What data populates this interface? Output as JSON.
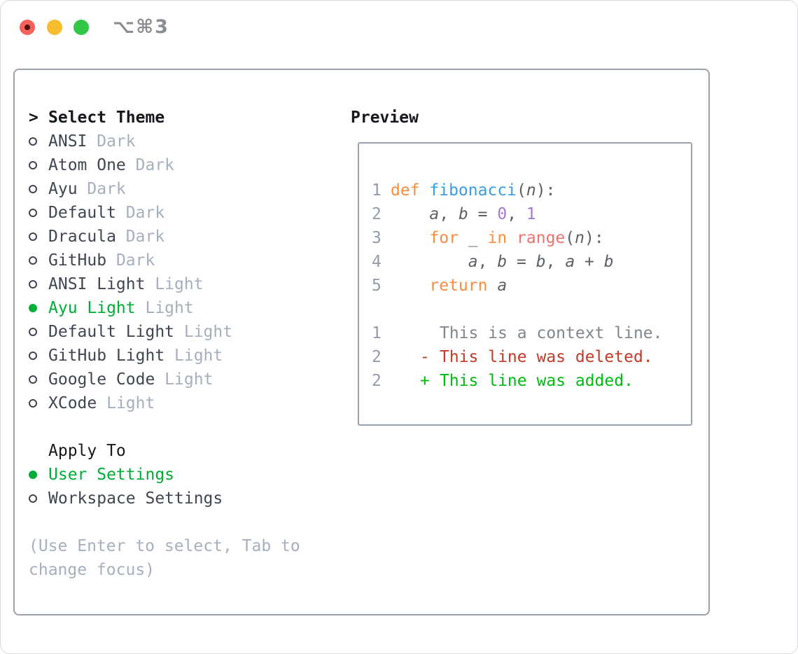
{
  "window": {
    "title": "⌥⌘3",
    "traffic_lights": [
      {
        "name": "close-button"
      },
      {
        "name": "minimize-button"
      },
      {
        "name": "zoom-button"
      }
    ]
  },
  "theme_picker": {
    "header_prefix": ">",
    "header": "Select Theme",
    "items": [
      {
        "name": "ANSI",
        "variant": "Dark",
        "selected": false
      },
      {
        "name": "Atom One",
        "variant": "Dark",
        "selected": false
      },
      {
        "name": "Ayu",
        "variant": "Dark",
        "selected": false
      },
      {
        "name": "Default",
        "variant": "Dark",
        "selected": false
      },
      {
        "name": "Dracula",
        "variant": "Dark",
        "selected": false
      },
      {
        "name": "GitHub",
        "variant": "Dark",
        "selected": false
      },
      {
        "name": "ANSI Light",
        "variant": "Light",
        "selected": false
      },
      {
        "name": "Ayu Light",
        "variant": "Light",
        "selected": true
      },
      {
        "name": "Default Light",
        "variant": "Light",
        "selected": false
      },
      {
        "name": "GitHub Light",
        "variant": "Light",
        "selected": false
      },
      {
        "name": "Google Code",
        "variant": "Light",
        "selected": false
      },
      {
        "name": "XCode",
        "variant": "Light",
        "selected": false
      }
    ]
  },
  "apply_to": {
    "header": "Apply To",
    "options": [
      {
        "label": "User Settings",
        "selected": true
      },
      {
        "label": "Workspace Settings",
        "selected": false
      }
    ]
  },
  "help": {
    "line1": "(Use Enter to select, Tab to",
    "line2": "change focus)"
  },
  "preview": {
    "header": "Preview",
    "code_lines": [
      {
        "num": "1",
        "tokens": [
          {
            "t": "def ",
            "c": "kw"
          },
          {
            "t": "fibonacci",
            "c": "fn"
          },
          {
            "t": "(",
            "c": "pun"
          },
          {
            "t": "n",
            "c": "var"
          },
          {
            "t": "):",
            "c": "pun"
          }
        ]
      },
      {
        "num": "2",
        "tokens": [
          {
            "t": "    ",
            "c": "pun"
          },
          {
            "t": "a",
            "c": "var"
          },
          {
            "t": ", ",
            "c": "pun"
          },
          {
            "t": "b",
            "c": "var"
          },
          {
            "t": " = ",
            "c": "pun"
          },
          {
            "t": "0",
            "c": "num"
          },
          {
            "t": ", ",
            "c": "pun"
          },
          {
            "t": "1",
            "c": "num"
          }
        ]
      },
      {
        "num": "3",
        "tokens": [
          {
            "t": "    ",
            "c": "pun"
          },
          {
            "t": "for",
            "c": "kw"
          },
          {
            "t": " _ ",
            "c": "pun"
          },
          {
            "t": "in",
            "c": "kw"
          },
          {
            "t": " ",
            "c": "pun"
          },
          {
            "t": "range",
            "c": "call"
          },
          {
            "t": "(",
            "c": "pun"
          },
          {
            "t": "n",
            "c": "var"
          },
          {
            "t": "):",
            "c": "pun"
          }
        ]
      },
      {
        "num": "4",
        "tokens": [
          {
            "t": "        ",
            "c": "pun"
          },
          {
            "t": "a",
            "c": "var"
          },
          {
            "t": ", ",
            "c": "pun"
          },
          {
            "t": "b",
            "c": "var"
          },
          {
            "t": " = ",
            "c": "pun"
          },
          {
            "t": "b",
            "c": "var"
          },
          {
            "t": ", ",
            "c": "pun"
          },
          {
            "t": "a",
            "c": "var"
          },
          {
            "t": " + ",
            "c": "pun"
          },
          {
            "t": "b",
            "c": "var"
          }
        ]
      },
      {
        "num": "5",
        "tokens": [
          {
            "t": "    ",
            "c": "pun"
          },
          {
            "t": "return",
            "c": "kw"
          },
          {
            "t": " ",
            "c": "pun"
          },
          {
            "t": "a",
            "c": "var"
          }
        ]
      }
    ],
    "diff_lines": [
      {
        "num": "1",
        "marker": " ",
        "text": "This is a context line.",
        "kind": "context"
      },
      {
        "num": "2",
        "marker": "-",
        "text": "This line was deleted.",
        "kind": "deleted"
      },
      {
        "num": "2",
        "marker": "+",
        "text": "This line was added.",
        "kind": "added"
      }
    ]
  },
  "colors": {
    "accent_green": "#00ae37",
    "diff_added": "#00bb12",
    "diff_deleted": "#c23a28",
    "syntax_keyword": "#fa8d3e",
    "syntax_function": "#399ee6",
    "syntax_call": "#f07171",
    "syntax_number": "#a37acc",
    "code_foreground": "#5c6166",
    "muted": "#a6afbd",
    "border": "#9ba2ac",
    "traffic_red": "#f4615b",
    "traffic_yellow": "#f6bd2f",
    "traffic_green": "#33c748"
  }
}
